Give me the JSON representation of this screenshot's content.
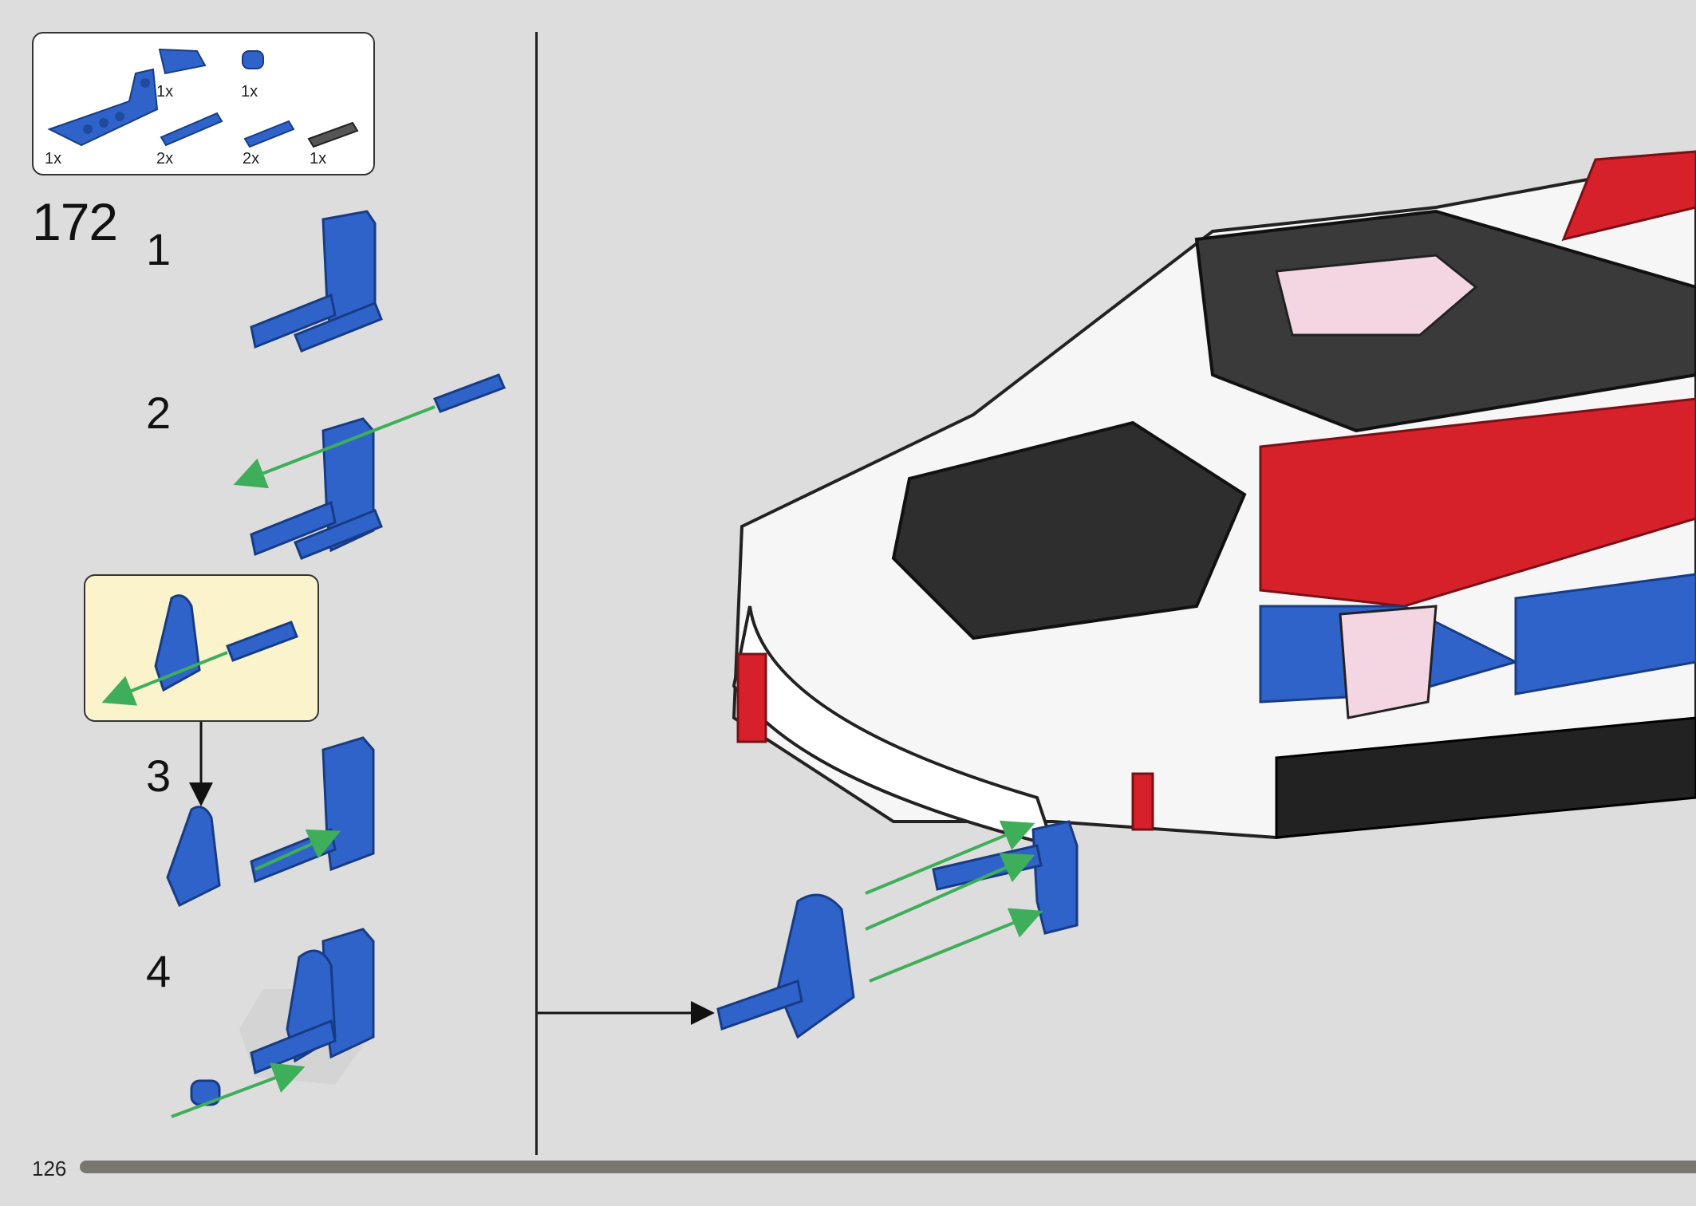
{
  "parts_list": [
    {
      "name": "blue-angled-beam",
      "qty": "1x"
    },
    {
      "name": "blue-wedge-panel",
      "qty": "1x"
    },
    {
      "name": "blue-bushing",
      "qty": "1x"
    },
    {
      "name": "blue-long-pin",
      "qty": "2x"
    },
    {
      "name": "blue-short-pin",
      "qty": "2x"
    },
    {
      "name": "grey-axle-connector",
      "qty": "1x"
    }
  ],
  "step": {
    "number": "172"
  },
  "substeps": [
    "1",
    "2",
    "3",
    "4"
  ],
  "page": {
    "number": "126",
    "progress": 0.97
  },
  "colors": {
    "brick_blue": "#2f63c9",
    "arrow_green": "#3fae5a",
    "callout_bg": "#fbf3cc",
    "page_bg": "#dddddd"
  }
}
